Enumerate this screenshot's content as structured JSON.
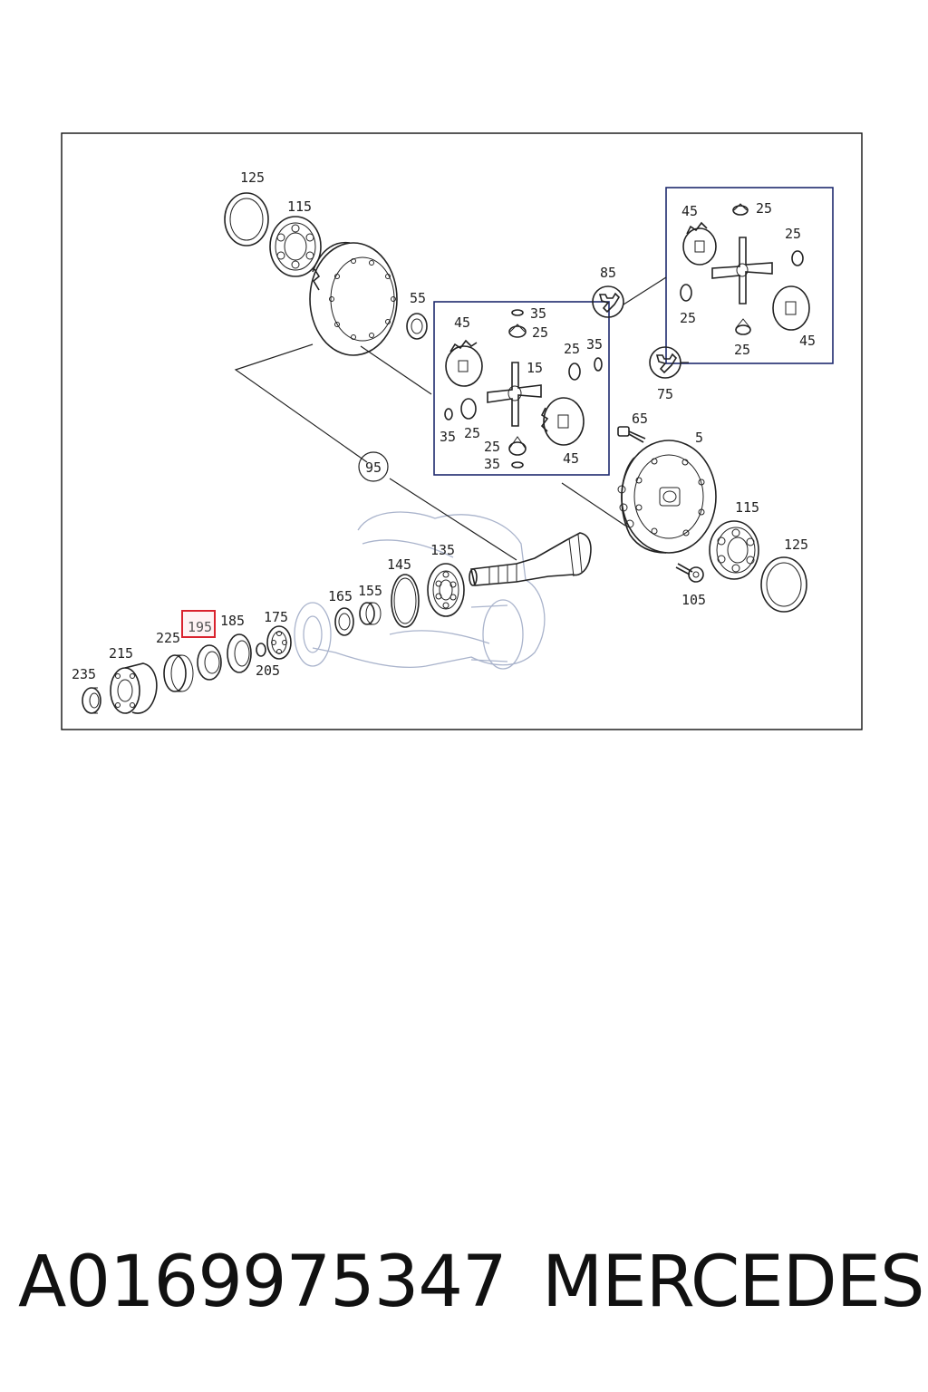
{
  "diagram": {
    "labels": {
      "p125_top": "125",
      "p115_top": "115",
      "p55": "55",
      "p85": "85",
      "p95": "95",
      "p75": "75",
      "p65": "65",
      "p5": "5",
      "p115_right": "115",
      "p125_right": "125",
      "p105": "105",
      "p135": "135",
      "p145": "145",
      "p165": "165",
      "p155": "155",
      "p175": "175",
      "p185": "185",
      "p195": "195",
      "p205": "205",
      "p225": "225",
      "p215": "215",
      "p235": "235",
      "i1_45": "45",
      "i1_35a": "35",
      "i1_25a": "25",
      "i1_15": "15",
      "i1_25b": "25",
      "i1_35b": "35",
      "i1_35c": "35",
      "i1_25c": "25",
      "i1_25d": "25",
      "i1_35d": "35",
      "i1_45b": "45",
      "i2_45": "45",
      "i2_25a": "25",
      "i2_25b": "25",
      "i2_25c": "25",
      "i2_25d": "25",
      "i2_45b": "45"
    },
    "highlighted_part": "195",
    "highlight_color": "#d9232e"
  },
  "caption": {
    "part_number": "A0169975347",
    "brand": "MERCEDES"
  }
}
